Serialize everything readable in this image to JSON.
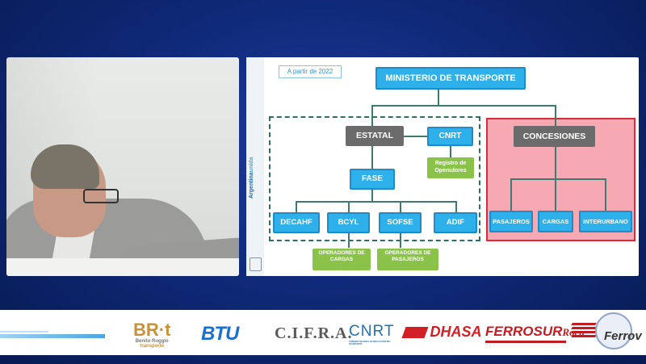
{
  "slide": {
    "date_label": "A partir de 2022",
    "side_brand": {
      "part1": "Argentina",
      "part2": "unida"
    },
    "nodes": {
      "ministerio": "MINISTERIO DE TRANSPORTE",
      "estatal": "ESTATAL",
      "cnrt": "CNRT",
      "registro": "Registro de Operadores",
      "fase": "FASE",
      "decahf": "DECAHF",
      "bcyl": "BCYL",
      "sofse": "SOFSE",
      "adif": "ADIF",
      "op_cargas": "OPERADORES DE CARGAS",
      "op_pasajeros": "OPERADORES DE PASAJEROS",
      "concesiones": "CONCESIONES",
      "pasajeros": "PASAJEROS",
      "cargas": "CARGAS",
      "interurbano": "INTERURBANO"
    }
  },
  "sponsors": {
    "brt": "BR·t",
    "brt_sub1": "Benito Roggio",
    "brt_sub2": "transporte",
    "btu": "BTU",
    "cifra": "C.I.F.R.A.",
    "cnrt": "CNRT",
    "cnrt_sub": "COMISIÓN NACIONAL DE REGULACIÓN DEL TRANSPORTE",
    "dhasa": "DHASA",
    "ferrosur": "FERROSUR",
    "roca": "Roca",
    "ferrov": "Ferrov"
  },
  "colors": {
    "background": "#102a7a",
    "node_blue": "#2eb0ea",
    "node_grey": "#6b6b6b",
    "node_green": "#8bc34a",
    "concesiones_fill": "#f7a9b3",
    "concesiones_border": "#d62c3c"
  }
}
